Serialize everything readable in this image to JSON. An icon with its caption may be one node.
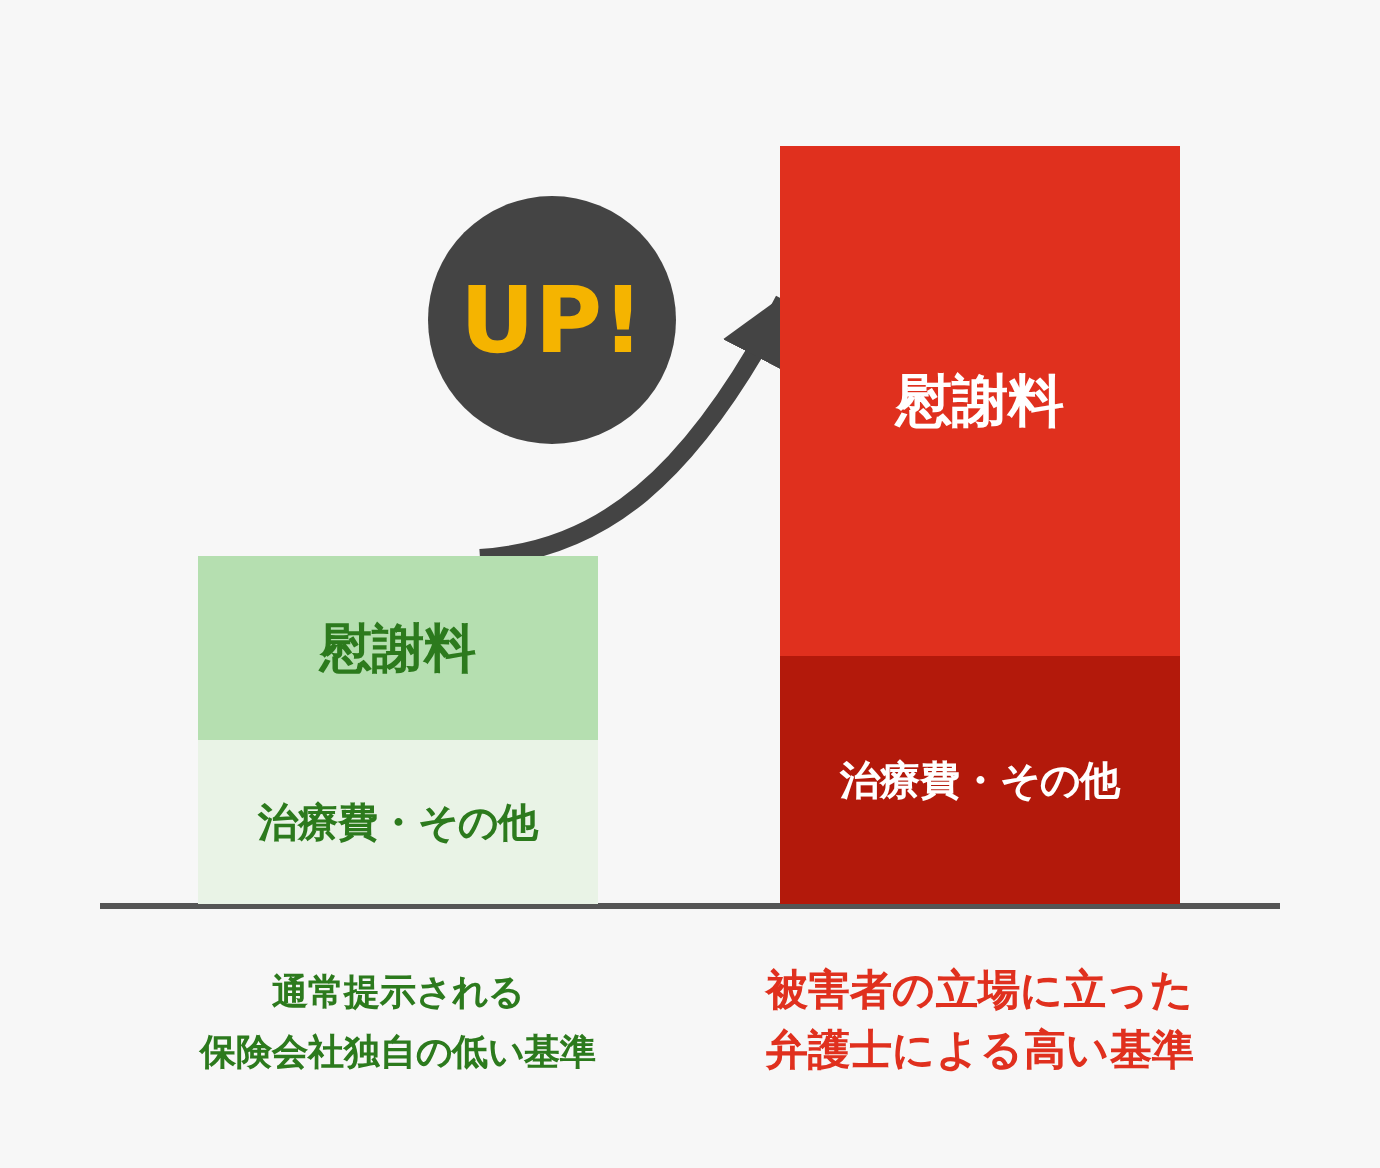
{
  "diagram": {
    "nodes": [
      {
        "text": [
          "慰謝料"
        ]
      },
      {
        "text": [
          "治療費・その他"
        ]
      },
      {
        "text": [
          "UP!"
        ]
      },
      {
        "text": [
          "慰謝料"
        ]
      },
      {
        "text": [
          "治療費・その他"
        ]
      }
    ],
    "edges": [
      {
        "from": 0,
        "to": 3,
        "arrow": "to"
      }
    ],
    "labels": [
      "通常提示される保険会社独自の低い基準",
      "被害者の立場に立った弁護士による高い基準"
    ]
  }
}
